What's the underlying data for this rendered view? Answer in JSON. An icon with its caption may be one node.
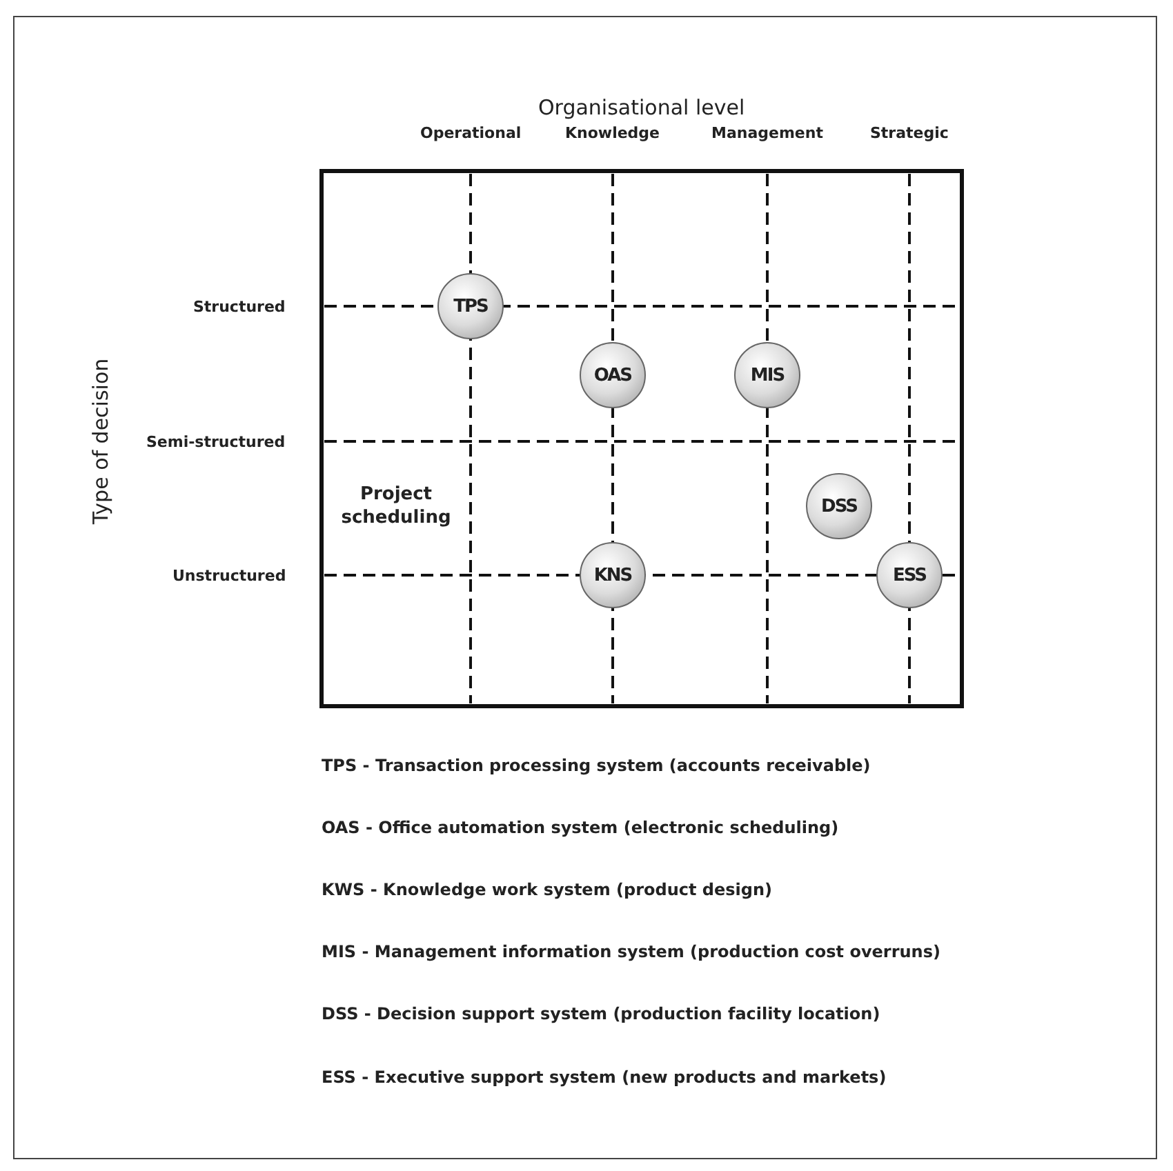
{
  "diagram": {
    "nodes": [
      {
        "text": [
          "TPS"
        ]
      },
      {
        "text": [
          "OAS"
        ]
      },
      {
        "text": [
          "MIS"
        ]
      },
      {
        "text": [
          "DSS"
        ]
      },
      {
        "text": [
          "KNS"
        ]
      },
      {
        "text": [
          "ESS"
        ]
      }
    ],
    "labels": [
      "Organisational level",
      "Operational",
      "Knowledge",
      "Management",
      "Strategic",
      "Type of decision",
      "Structured",
      "Semi-structured",
      "Unstructured",
      "Project scheduling",
      "TPS - Transaction processing system (accounts receivable)",
      "OAS - Office automation system (electronic scheduling)",
      "KWS - Knowledge work system (product design)",
      "MIS - Management information system (production cost overruns)",
      "DSS - Decision support system (production facility location)",
      "ESS - Executive support system (new products and markets)"
    ]
  }
}
